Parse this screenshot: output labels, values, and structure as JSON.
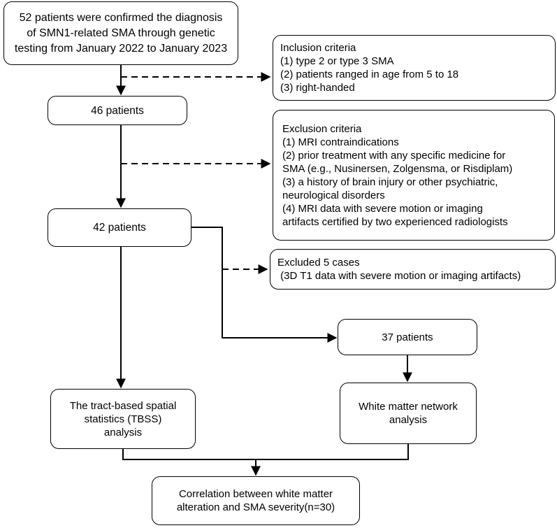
{
  "diagnosis_box": {
    "lines": [
      "52 patients were confirmed the diagnosis",
      "of SMN1-related SMA through genetic",
      "testing from January 2022 to January 2023"
    ]
  },
  "inclusion_box": {
    "title": "Inclusion criteria",
    "items": [
      "(1) type 2 or type 3 SMA",
      "(2) patients ranged in age from 5 to 18",
      "(3) right-handed"
    ]
  },
  "box_46": {
    "label": "46 patients"
  },
  "exclusion_box": {
    "title": "Exclusion criteria",
    "lines": [
      "(1) MRI contraindications",
      "(2) prior treatment with any specific medicine for",
      "SMA (e.g., Nusinersen, Zolgensma, or Risdiplam)",
      "(3) a history of brain injury or other psychiatric,",
      "neurological disorders",
      "(4) MRI data with severe motion or imaging",
      "artifacts certified by two experienced radiologists"
    ]
  },
  "box_42": {
    "label": "42 patients"
  },
  "excluded_box": {
    "title": "Excluded 5 cases",
    "detail": " (3D T1 data with severe motion or imaging artifacts)"
  },
  "box_37": {
    "label": "37 patients"
  },
  "tbss_box": {
    "lines": [
      "The tract-based spatial",
      "statistics (TBSS)",
      "analysis"
    ]
  },
  "network_box": {
    "lines": [
      "White matter network",
      "analysis"
    ]
  },
  "correlation_box": {
    "lines": [
      "Correlation between white matter",
      "alteration and SMA severity(n=30)"
    ]
  },
  "colors": {
    "stroke": "#000000",
    "background": "#ffffff"
  }
}
